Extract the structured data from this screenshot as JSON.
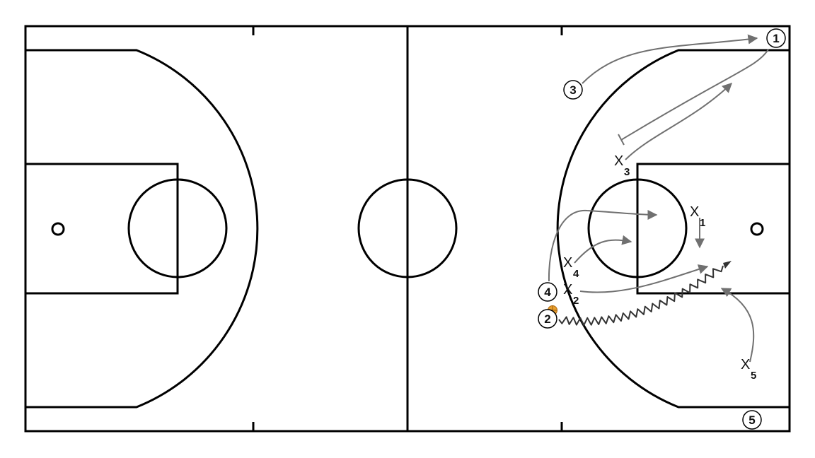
{
  "diagram": {
    "offense": [
      {
        "id": "o1",
        "label": "1"
      },
      {
        "id": "o2",
        "label": "2"
      },
      {
        "id": "o3",
        "label": "3"
      },
      {
        "id": "o4",
        "label": "4"
      },
      {
        "id": "o5",
        "label": "5"
      }
    ],
    "defense": [
      {
        "id": "x1",
        "label": "1"
      },
      {
        "id": "x2",
        "label": "2"
      },
      {
        "id": "x3",
        "label": "3"
      },
      {
        "id": "x4",
        "label": "4"
      },
      {
        "id": "x5",
        "label": "5"
      }
    ],
    "defense_mark": "X",
    "colors": {
      "court_lines": "#000000",
      "movement_arrows": "#707070",
      "dribble": "#333333",
      "ball": "#e8a030"
    }
  }
}
